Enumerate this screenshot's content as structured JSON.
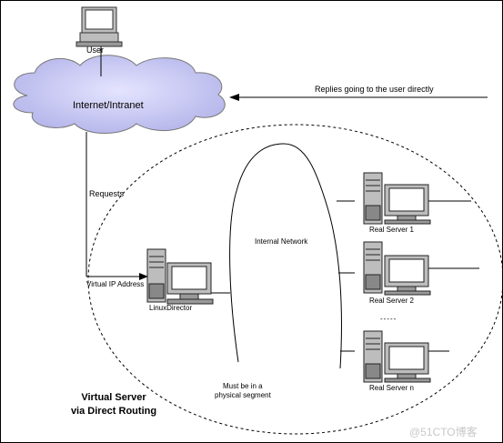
{
  "labels": {
    "user": "User",
    "cloud": "Internet/Intranet",
    "replies": "Replies going to the user directly",
    "requests": "Requests",
    "internal_network": "Internal Network",
    "vip": "Virtual IP Address",
    "director": "LinuxDirector",
    "real_server_1": "Real Server 1",
    "real_server_2": "Real Server 2",
    "real_server_n": "Real Server n",
    "ellipsis": "-----",
    "segment_note_1": "Must be in a",
    "segment_note_2": "physical segment",
    "title_1": "Virtual Server",
    "title_2": "via Direct Routing"
  },
  "watermark": "@51CTO博客",
  "colors": {
    "line": "#000000",
    "cloud_fill": "#c9c9f5",
    "machine_body": "#bdbdbd",
    "screen": "#ffffff",
    "watermark": "#c8c8c8"
  }
}
